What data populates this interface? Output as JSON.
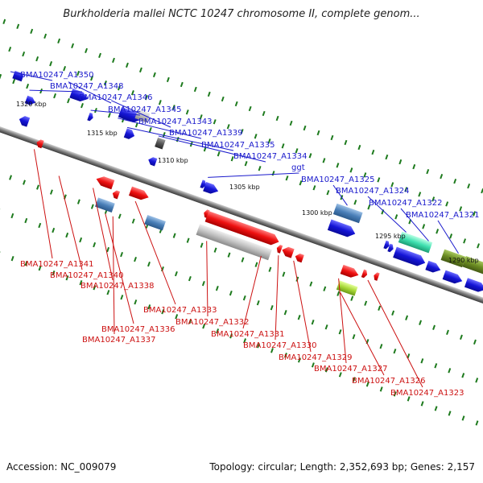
{
  "title": "Burkholderia mallei NCTC 10247 chromosome II, complete genom...",
  "footer": {
    "accession": "Accession: NC_009079",
    "summary": "Topology: circular; Length: 2,352,693 bp; Genes: 2,157"
  },
  "colors": {
    "backbone": "#7a7a7a",
    "plus_gene": "#1414d6",
    "minus_gene": "#ee1111",
    "label_top": "#1a1acc",
    "label_bottom": "#cc1111",
    "tick": "#1d7a1d",
    "steelblue": "#4a7fb8",
    "cyan": "#3fe0b0",
    "olive": "#6b8c22",
    "lime": "#a8d838",
    "gray": "#c0c0c0",
    "dark": "#555555"
  },
  "ruler": [
    "1320 kbp",
    "1315 kbp",
    "1310 kbp",
    "1305 kbp",
    "1300 kbp",
    "1295 kbp",
    "1290 kbp"
  ],
  "labels_top": [
    "BMA10247_A1350",
    "BMA10247_A1348",
    "BMA10247_A1346",
    "BMA10247_A1345",
    "BMA10247_A1343",
    "BMA10247_A1339",
    "BMA10247_A1335",
    "BMA10247_A1334",
    "ggt",
    "BMA10247_A1325",
    "BMA10247_A1324",
    "BMA10247_A1322",
    "BMA10247_A1321"
  ],
  "labels_bottom": [
    "BMA10247_A1341",
    "BMA10247_A1340",
    "BMA10247_A1338",
    "BMA10247_A1333",
    "BMA10247_A1336",
    "BMA10247_A1337",
    "BMA10247_A1332",
    "BMA10247_A1331",
    "BMA10247_A1330",
    "BMA10247_A1329",
    "BMA10247_A1327",
    "BMA10247_A1326",
    "BMA10247_A1323"
  ]
}
